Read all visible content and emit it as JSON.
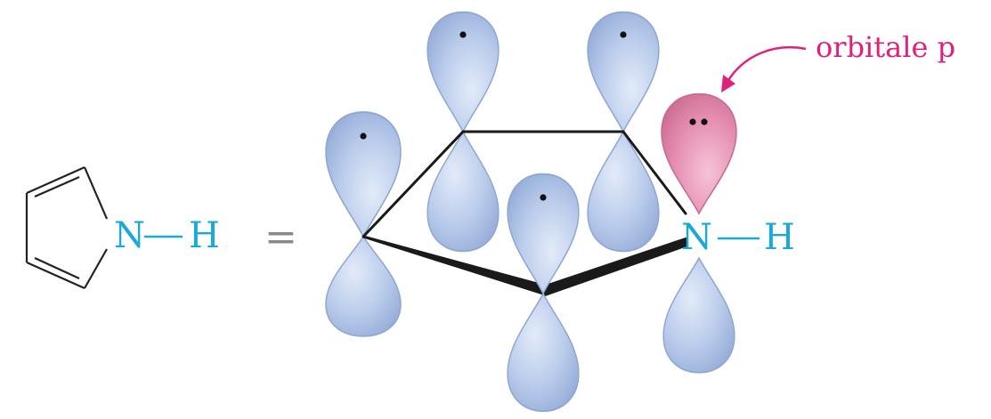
{
  "structure": {
    "n_label": "N",
    "h_label": "H",
    "equals": "="
  },
  "orbital_model": {
    "n_label": "N",
    "h_label": "H",
    "annotation": "orbitale p",
    "colors": {
      "atom": "#1aa9dd",
      "annotation": "#e0207a",
      "blue_lobe": "#b7c9ea",
      "blue_lobe_edge": "#8ea6d2",
      "pink_lobe": "#e68fb3",
      "pink_lobe_edge": "#c86b93",
      "bond": "#1a1a1a"
    }
  }
}
